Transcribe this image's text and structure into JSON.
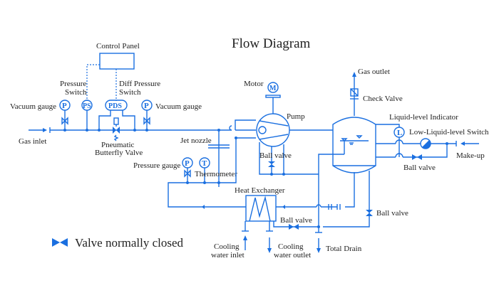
{
  "title": "Flow Diagram",
  "colors": {
    "line": "#1a6fe0",
    "text": "#222222",
    "background": "#ffffff"
  },
  "labels": {
    "control_panel": "Control Panel",
    "pressure_switch_1": "Pressure",
    "pressure_switch_2": "Switch",
    "diff_pressure_1": "Diff Pressure",
    "diff_pressure_2": "Switch",
    "vacuum_gauge_left": "Vacuum gauge",
    "vacuum_gauge_right": "Vacuum gauge",
    "gas_inlet": "Gas inlet",
    "pneumatic_1": "Pneumatic",
    "pneumatic_2": "Butterfly Valve",
    "jet_nozzle": "Jet nozzle",
    "pressure_gauge": "Pressure gauge",
    "thermometer": "Thermometer",
    "motor": "Motor",
    "pump": "Pump",
    "ball_valve_pump": "Ball valve",
    "heat_exchanger": "Heat Exchanger",
    "ball_valve_hx": "Ball valve",
    "ball_valve_right": "Ball valve",
    "ball_valve_makeup": "Ball valve",
    "gas_outlet": "Gas outlet",
    "check_valve": "Check Valve",
    "liquid_level_indicator": "Liquid-level Indicator",
    "low_liquid_level_switch": "Low-Liquid-level Switch",
    "make_up": "Make-up",
    "cooling_inlet_1": "Cooling",
    "cooling_inlet_2": "water inlet",
    "cooling_outlet_1": "Cooling",
    "cooling_outlet_2": "water outlet",
    "total_drain": "Total Drain"
  },
  "instruments": {
    "p": "P",
    "ps": "PS",
    "pds": "PDS",
    "t": "T",
    "m": "M",
    "l": "L"
  },
  "legend": {
    "text": "Valve normally closed",
    "icon": "bowtie-valve-closed-icon"
  }
}
